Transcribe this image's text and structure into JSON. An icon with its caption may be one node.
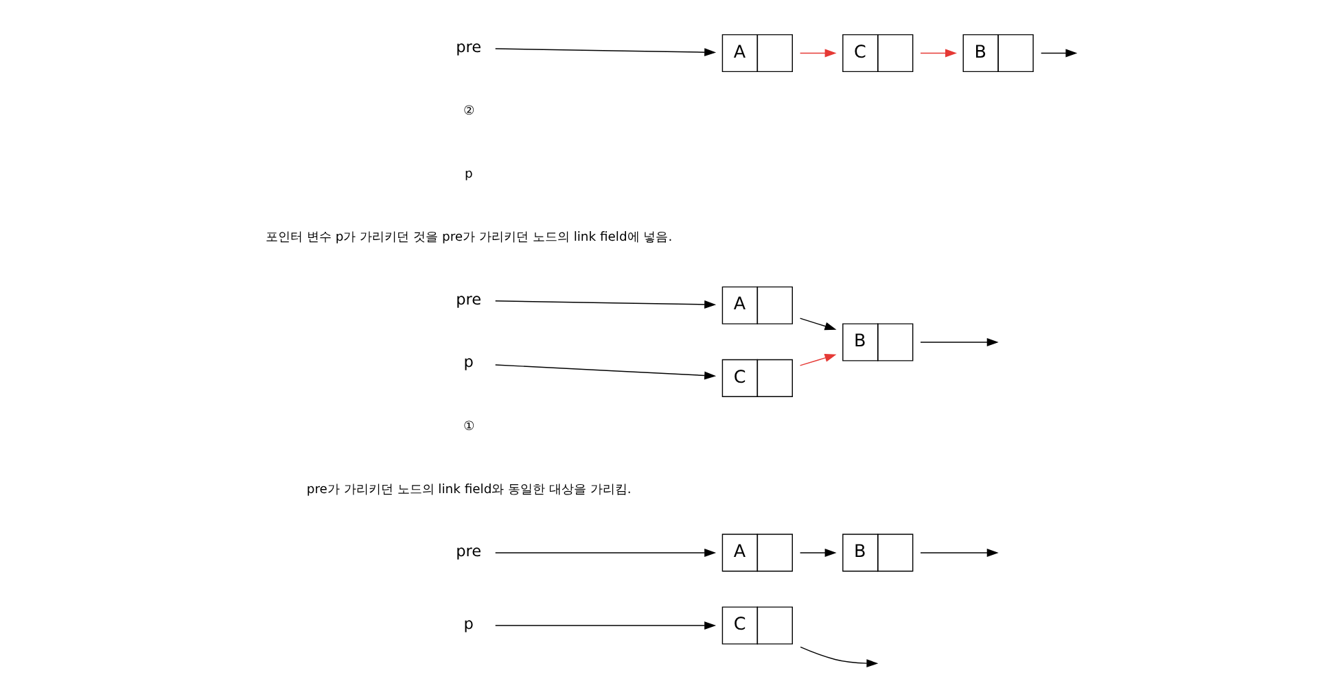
{
  "diagram": {
    "nodes": [
      {
        "text": [
          "pre"
        ]
      },
      {
        "text": [
          "A"
        ]
      },
      {
        "text": [
          "B"
        ]
      },
      {
        "text": [
          "C"
        ]
      },
      {
        "text": [
          "p"
        ]
      },
      {
        "text": [
          "pre"
        ]
      },
      {
        "text": [
          "A"
        ]
      },
      {
        "text": [
          "B"
        ]
      },
      {
        "text": [
          "C"
        ]
      },
      {
        "text": [
          "p"
        ]
      },
      {
        "text": [
          "pre"
        ]
      },
      {
        "text": [
          "A"
        ]
      },
      {
        "text": [
          "B"
        ]
      },
      {
        "text": [
          "C"
        ]
      }
    ],
    "edges": [
      {
        "from": 0,
        "to": 1,
        "arrow": "to"
      },
      {
        "from": 1,
        "to": 2,
        "arrow": "to"
      },
      {
        "from": 2,
        "to": null,
        "arrow": "to"
      },
      {
        "from": 3,
        "to": null,
        "arrow": "to"
      },
      {
        "from": 4,
        "to": 3,
        "arrow": "to"
      },
      {
        "from": 5,
        "to": 6,
        "arrow": "to"
      },
      {
        "from": 6,
        "to": 7,
        "arrow": "to"
      },
      {
        "from": 7,
        "to": null,
        "arrow": "to"
      },
      {
        "from": 8,
        "to": 7,
        "arrow": "to",
        "color": "#e53935"
      },
      {
        "from": 9,
        "to": 8,
        "arrow": "to"
      },
      {
        "from": 10,
        "to": 11,
        "arrow": "to"
      },
      {
        "from": 11,
        "to": 13,
        "arrow": "to",
        "color": "#e53935"
      },
      {
        "from": 13,
        "to": 12,
        "arrow": "to",
        "color": "#e53935"
      },
      {
        "from": 12,
        "to": null,
        "arrow": "to"
      }
    ],
    "labels": [
      "①",
      "pre가 가리키던 노드의 link field와 동일한 대상을 가리킴.",
      "②",
      "p",
      "포인터 변수 p가 가리키던 것을 pre가 가리키던 노드의 link field에 넣음."
    ]
  }
}
